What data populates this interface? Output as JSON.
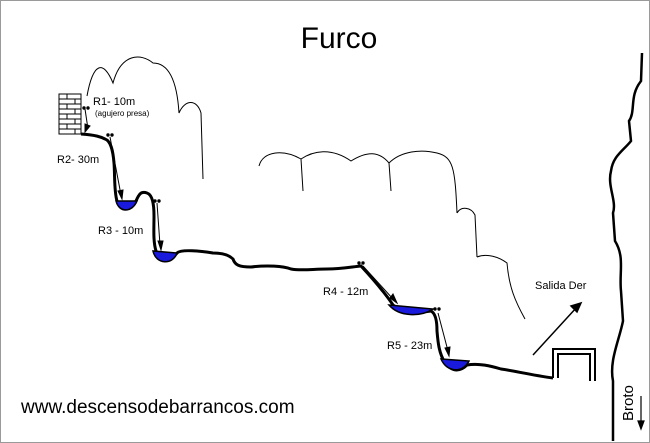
{
  "title": "Furco",
  "rappels": [
    {
      "id": "R1",
      "label": "R1- 10m",
      "note": "(agujero presa)"
    },
    {
      "id": "R2",
      "label": "R2- 30m"
    },
    {
      "id": "R3",
      "label": "R3 - 10m"
    },
    {
      "id": "R4",
      "label": "R4 - 12m"
    },
    {
      "id": "R5",
      "label": "R5 - 23m"
    }
  ],
  "exit_label": "Salida Der",
  "river_label": "Broto",
  "website": "www.descensodebarrancos.com",
  "colors": {
    "water": "#1a1adc",
    "line": "#000000",
    "background": "#ffffff",
    "border": "#9a9a9a"
  }
}
